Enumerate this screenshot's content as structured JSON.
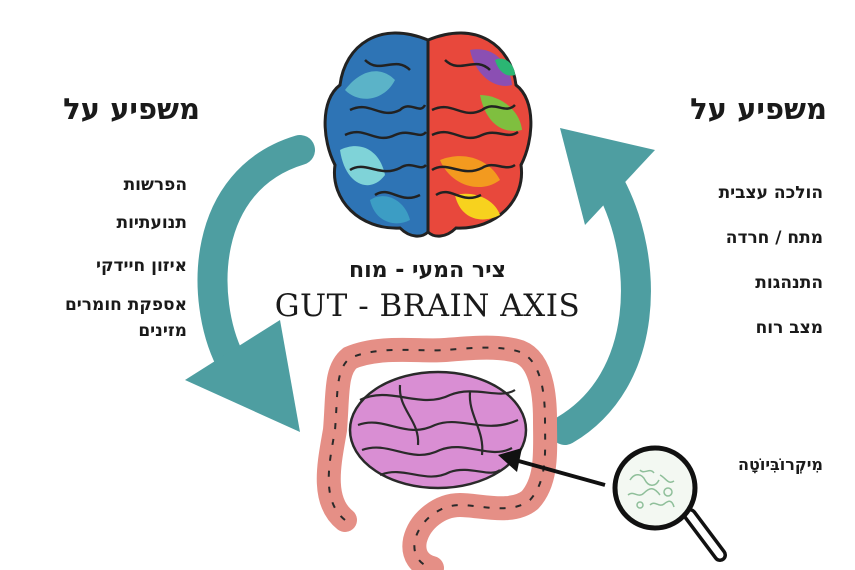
{
  "left_panel": {
    "heading": "משפיע על",
    "items": [
      "הפרשות",
      "תנועתיות",
      "איזון חיידקי",
      "אספקת חומרים",
      "מזינים"
    ]
  },
  "right_panel": {
    "heading": "משפיע על",
    "items": [
      "הולכה עצבית",
      "מתח / חרדה",
      "התנהגות",
      "מצב רוח"
    ]
  },
  "center": {
    "title_he": "ציר המעי - מוח",
    "title_en": "GUT - BRAIN AXIS"
  },
  "microbiota_label": "מִיקְרוֹבִּיוֹטָה",
  "colors": {
    "arrow": "#4e9ea1",
    "gut": "#e58f86",
    "small_intestine": "#d98ed3",
    "outline": "#2a2a2a"
  }
}
